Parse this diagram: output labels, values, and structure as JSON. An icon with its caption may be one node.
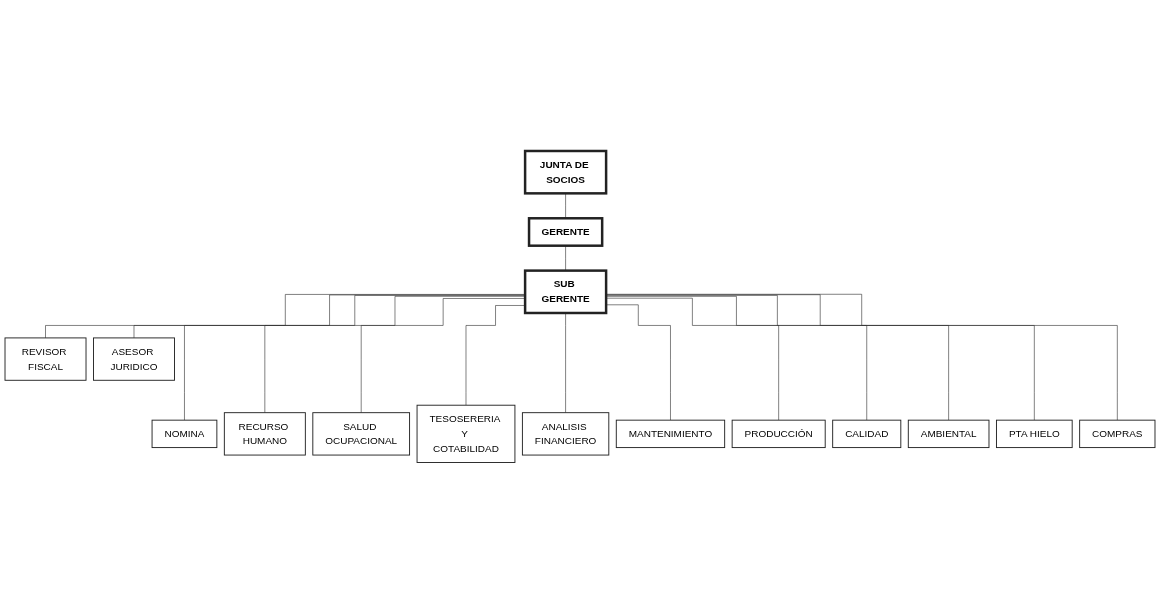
{
  "diagram": {
    "nodes": [
      {
        "text": [
          "JUNTA DE SOCIOS"
        ]
      },
      {
        "text": [
          "GERENTE"
        ]
      },
      {
        "text": [
          "SUB GERENTE"
        ]
      },
      {
        "text": [
          "REVISOR FISCAL"
        ]
      },
      {
        "text": [
          "ASESOR JURIDICO"
        ]
      },
      {
        "text": [
          "NOMINA"
        ]
      },
      {
        "text": [
          "RECURSO HUMANO"
        ]
      },
      {
        "text": [
          "SALUD OCUPACIONAL"
        ]
      },
      {
        "text": [
          "TESOSERERIA Y COTABILIDAD"
        ]
      },
      {
        "text": [
          "ANALISIS FINANCIERO"
        ]
      },
      {
        "text": [
          "MANTENIMIENTO"
        ]
      },
      {
        "text": [
          "PRODUCCIÓN"
        ]
      },
      {
        "text": [
          "CALIDAD"
        ]
      },
      {
        "text": [
          "AMBIENTAL"
        ]
      },
      {
        "text": [
          "PTA HIELO"
        ]
      },
      {
        "text": [
          "COMPRAS"
        ]
      }
    ],
    "edges": [
      {
        "from": 0,
        "to": 1,
        "arrow": "none"
      },
      {
        "from": 1,
        "to": 2,
        "arrow": "none"
      },
      {
        "from": 2,
        "to": 3,
        "arrow": "none"
      },
      {
        "from": 2,
        "to": 4,
        "arrow": "none"
      },
      {
        "from": 2,
        "to": 5,
        "arrow": "none"
      },
      {
        "from": 2,
        "to": 6,
        "arrow": "none"
      },
      {
        "from": 2,
        "to": 7,
        "arrow": "none"
      },
      {
        "from": 2,
        "to": 8,
        "arrow": "none"
      },
      {
        "from": 2,
        "to": 9,
        "arrow": "none"
      },
      {
        "from": 2,
        "to": 10,
        "arrow": "none"
      },
      {
        "from": 2,
        "to": 11,
        "arrow": "none"
      },
      {
        "from": 2,
        "to": 12,
        "arrow": "none"
      },
      {
        "from": 2,
        "to": 13,
        "arrow": "none"
      },
      {
        "from": 2,
        "to": 14,
        "arrow": "none"
      },
      {
        "from": 2,
        "to": 15,
        "arrow": "none"
      }
    ]
  }
}
